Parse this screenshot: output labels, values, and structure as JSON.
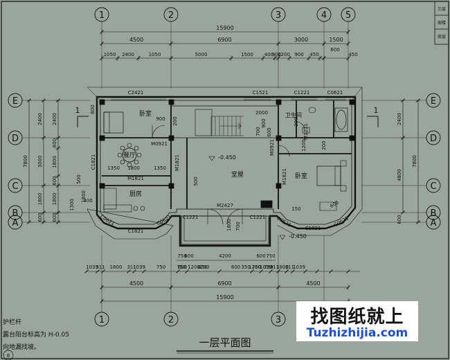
{
  "title": "一层平面图",
  "watermark": {
    "cn": "找图纸就上",
    "en": "Tuzhizhijia.com"
  },
  "axes_top": [
    "1",
    "2",
    "3",
    "4",
    "5"
  ],
  "axes_bottom": [
    "1",
    "2",
    "3",
    "4"
  ],
  "axes_left": [
    "E",
    "D",
    "C",
    "B",
    "A"
  ],
  "axes_right": [
    "E",
    "D",
    "C",
    "B",
    "A"
  ],
  "dim_top": {
    "total": "15900",
    "major": [
      "4500",
      "6900",
      "3000",
      "1500"
    ],
    "minor": [
      "1050",
      "2400",
      "1050",
      "5000",
      "1500",
      "400",
      "900",
      "1200",
      "900",
      "450",
      "450"
    ],
    "extra": "600"
  },
  "dim_bottom": {
    "minor": [
      "1039",
      "311",
      "1800",
      "311",
      "1039",
      "750",
      "600",
      "4200",
      "600",
      "750",
      "1039",
      "311",
      "1800",
      "311",
      "1039"
    ],
    "minor2": [
      "750",
      "1200",
      "350",
      "350",
      "1200",
      "750"
    ],
    "major": [
      "4500",
      "6900",
      "4500"
    ],
    "total": "15900"
  },
  "dim_left": {
    "total": "7800",
    "major": [
      "2400",
      "3000",
      "1800",
      "600"
    ],
    "minor": [
      "2400",
      "600",
      "1800",
      "600",
      "1800",
      "600"
    ]
  },
  "dim_right": {
    "major": [
      "2400",
      "4800"
    ],
    "total": "7800",
    "minor": [
      "600"
    ]
  },
  "rooms": {
    "bedroom1": "卧室",
    "bathroom": "卫生间",
    "dining": "餐厅",
    "hall": "堂屋",
    "bedroom2": "卧室",
    "kitchen": "厨房"
  },
  "windows": [
    "C2421",
    "C1521",
    "C1221",
    "C0621",
    "C1821",
    "C1821",
    "C0621",
    "C0621",
    "C1221",
    "C1221",
    "C0621",
    "C1821",
    "C0621"
  ],
  "doors": [
    "M0921",
    "M0921",
    "M1821",
    "M1821",
    "M1221",
    "M1821",
    "M2427"
  ],
  "levels": [
    "-0.450",
    "-0.450"
  ],
  "misc_dims": [
    "800",
    "900",
    "200",
    "2000",
    "900",
    "700",
    "1350",
    "1800",
    "1350",
    "500",
    "1300",
    "400",
    "1800",
    "1200",
    "200",
    "150",
    "600",
    "500",
    "600",
    "1800",
    "700",
    "200"
  ],
  "notes": {
    "note1": "护栏杆",
    "note2": "露台阳台标高为 H-0.05",
    "note3": "向地漏找坡。"
  },
  "titleblock": [
    "三层",
    "阁楼",
    "底层"
  ],
  "sheet_no": "8",
  "stair_marks": [
    "1",
    "1"
  ],
  "colors": {
    "background": "#9aa59d",
    "lines": "#111111",
    "dim": "#1a1a1a"
  }
}
